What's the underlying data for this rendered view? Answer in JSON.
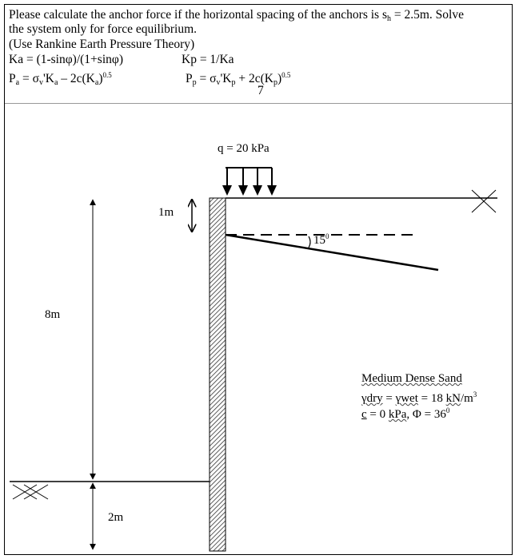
{
  "problem": {
    "line1": "Please calculate the anchor force if the horizontal spacing of the anchors is s",
    "line1_sub": "h",
    "line1_end": " = 2.5m. Solve",
    "line2": "the system only for force equilibrium.",
    "line3": "(Use Rankine Earth Pressure Theory)"
  },
  "formulas": {
    "ka": "Ka = (1-sinφ)/(1+sinφ)",
    "kp": "Kp = 1/Ka",
    "pa_start": "P",
    "pa_sub1": "a",
    "pa_mid1": " = σ",
    "pa_mid1b": "v",
    "pa_mid2": "'K",
    "pa_sub2": "a",
    "pa_mid3": " – 2c(K",
    "pa_sub3": "a",
    "pa_end": ")",
    "pa_sup": "0.5",
    "pp_start": "P",
    "pp_sub1": "p",
    "pp_mid1": " = σ",
    "pp_mid1b": "v",
    "pp_mid2": "'K",
    "pp_sub2": "p",
    "pp_mid3": " + 2c(K",
    "pp_sub3": "p",
    "pp_end": ")",
    "pp_sup": "0.5",
    "page_number": "7"
  },
  "diagram": {
    "surcharge": "q = 20 kPa",
    "dim_1m": "1m",
    "dim_8m": "8m",
    "dim_2m": "2m",
    "angle": "15",
    "angle_sup": "0"
  },
  "soil": {
    "title": "Medium Dense Sand",
    "gamma_dry": "γdry",
    "eq1": " = ",
    "gamma_wet": "γwet",
    "eq2": " = 18 ",
    "unit_kn": "kN",
    "unit_rest": "/m",
    "unit_sup": "3",
    "c_sym": "c",
    "c_val": " = 0 ",
    "c_unit": "kPa",
    "phi": ", Φ = 36",
    "phi_sup": "0"
  }
}
